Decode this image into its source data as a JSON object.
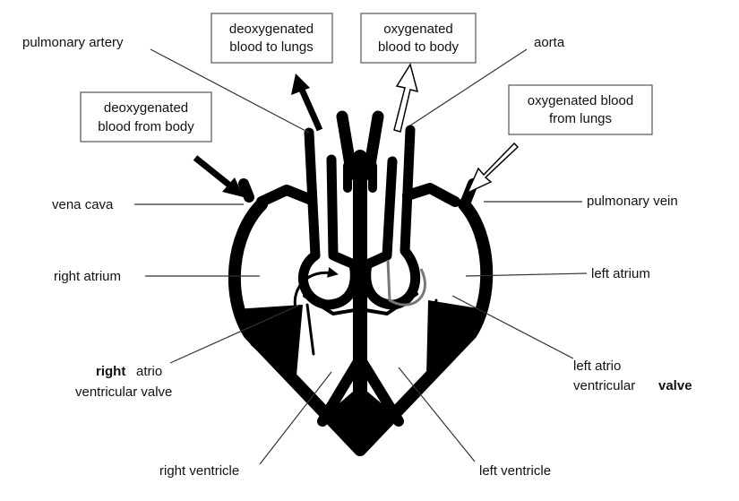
{
  "boxes": {
    "deox_to_lungs": [
      "deoxygenated",
      "blood to lungs"
    ],
    "ox_to_body": [
      "oxygenated",
      "blood to body"
    ],
    "deox_from_body": [
      "deoxygenated",
      "blood from body"
    ],
    "ox_from_lungs": [
      "oxygenated blood",
      "from lungs"
    ]
  },
  "labels": {
    "pulmonary_artery": "pulmonary artery",
    "aorta": "aorta",
    "vena_cava": "vena cava",
    "pulmonary_vein": "pulmonary vein",
    "right_atrium": "right atrium",
    "left_atrium": "left atrium",
    "right_av_valve": [
      "right",
      "atrio",
      "ventricular valve"
    ],
    "left_av_valve": [
      "left atrio",
      "ventricular",
      "valve"
    ],
    "right_ventricle": "right ventricle",
    "left_ventricle": "left ventricle"
  }
}
